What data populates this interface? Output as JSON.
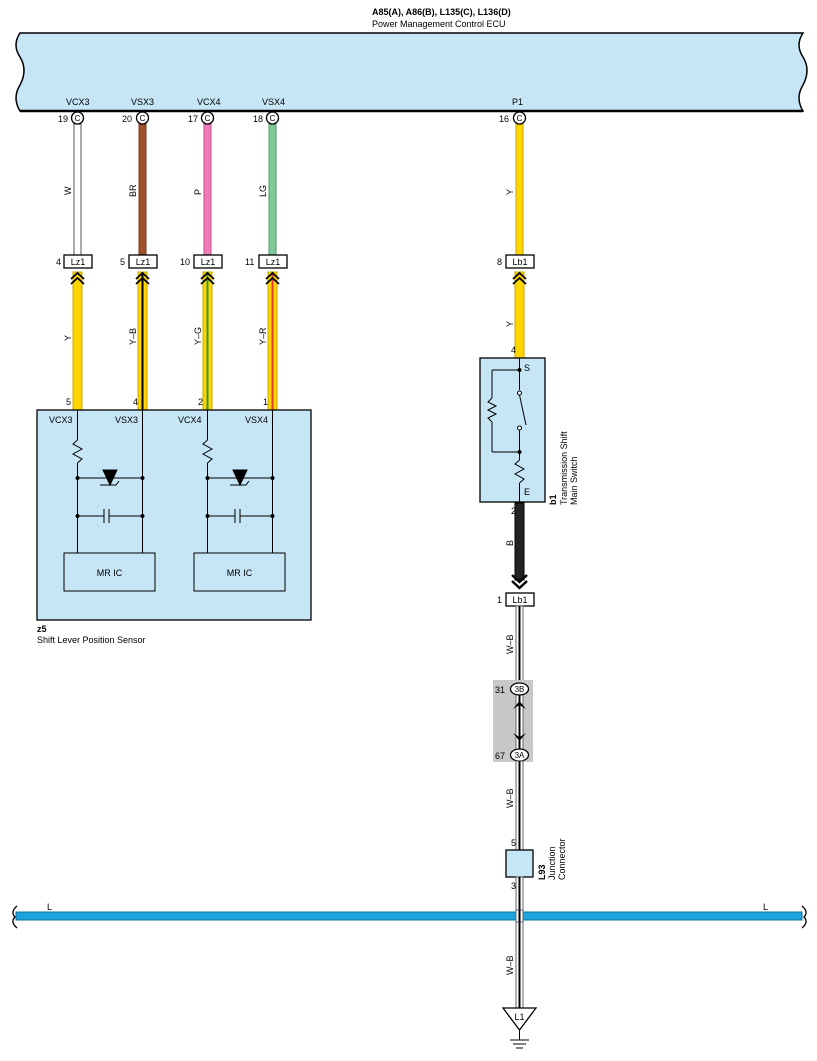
{
  "ecu": {
    "codes": "A85(A), A86(B), L135(C), L136(D)",
    "name": "Power Management Control ECU",
    "pins": [
      {
        "label": "VCX3",
        "num": "19",
        "conn": "C"
      },
      {
        "label": "VSX3",
        "num": "20",
        "conn": "C"
      },
      {
        "label": "VCX4",
        "num": "17",
        "conn": "C"
      },
      {
        "label": "VSX4",
        "num": "18",
        "conn": "C"
      },
      {
        "label": "P1",
        "num": "16",
        "conn": "C"
      }
    ]
  },
  "wires_upper": [
    {
      "color_code": "W",
      "fill": "#ffffff"
    },
    {
      "color_code": "BR",
      "fill": "#a0522d"
    },
    {
      "color_code": "P",
      "fill": "#f07cb8"
    },
    {
      "color_code": "LG",
      "fill": "#80c99a"
    },
    {
      "color_code": "Y",
      "fill": "#ffd500"
    }
  ],
  "junctions": [
    {
      "num": "4",
      "name": "Lz1"
    },
    {
      "num": "5",
      "name": "Lz1"
    },
    {
      "num": "10",
      "name": "Lz1"
    },
    {
      "num": "11",
      "name": "Lz1"
    },
    {
      "num": "8",
      "name": "Lb1"
    }
  ],
  "wires_lower": [
    {
      "color_code": "Y",
      "fill": "#ffd500",
      "stripe": ""
    },
    {
      "color_code": "Y–B",
      "fill": "#ffd500",
      "stripe": "#000000"
    },
    {
      "color_code": "Y–G",
      "fill": "#ffd500",
      "stripe": "#2e9b3a"
    },
    {
      "color_code": "Y–R",
      "fill": "#ffd500",
      "stripe": "#e53935"
    },
    {
      "color_code": "Y",
      "fill": "#ffd500",
      "stripe": ""
    }
  ],
  "sensor": {
    "id": "z5",
    "name": "Shift Lever Position Sensor",
    "pin_nums": [
      "5",
      "4",
      "2",
      "1"
    ],
    "pin_labels": [
      "VCX3",
      "VSX3",
      "VCX4",
      "VSX4"
    ],
    "ic_label": "MR IC"
  },
  "switch": {
    "id": "b1",
    "name_line1": "Transmission Shift",
    "name_line2": "Main Switch",
    "pin_top": "4",
    "pin_bottom": "2",
    "label_s": "S",
    "label_e": "E"
  },
  "wire_b": "B",
  "lb1_lower": {
    "num": "1",
    "name": "Lb1"
  },
  "wire_wb1": "W–B",
  "connector_3": {
    "top_num": "31",
    "top": "3B",
    "bottom_num": "67",
    "bottom": "3A"
  },
  "wire_wb2": "W–B",
  "junction_connector": {
    "id": "L93",
    "line1": "Junction",
    "line2": "Connector",
    "pin_top": "5",
    "pin_bottom": "3"
  },
  "bus": {
    "left_label": "L",
    "right_label": "L",
    "color": "#1ea3dc"
  },
  "wire_wb3": "W–B",
  "ground": {
    "label": "L1"
  },
  "colors": {
    "component_fill": "#c6e6f6",
    "ecu_fill": "#c6e6f6",
    "connector_shade": "#c8c8c8"
  }
}
